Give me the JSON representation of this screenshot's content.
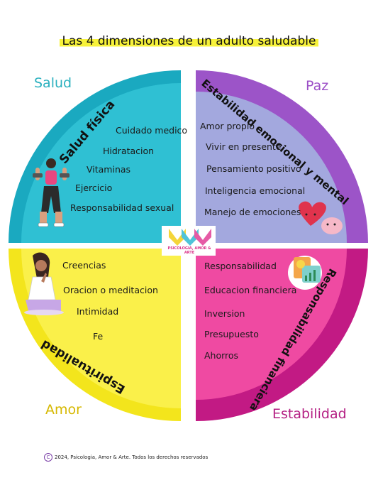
{
  "title": "Las 4 dimensiones de un adulto saludable",
  "corners": {
    "top_left": "Salud",
    "top_right": "Paz",
    "bottom_left": "Amor",
    "bottom_right": "Estabilidad"
  },
  "quadrants": {
    "fisica": {
      "title": "Salud física",
      "color": "#27b5c9",
      "items": [
        "Cuidado medico",
        "Hidratacion",
        "Vitaminas",
        "Ejercicio",
        "Responsabilidad  sexual"
      ]
    },
    "emocional": {
      "title": "Estabilidad emocional y mental",
      "color": "#a4a7dd",
      "items": [
        "Amor propio",
        "Vivir en presente",
        "Pensamiento positivo",
        "Inteligencia emocional",
        "Manejo de emociones"
      ]
    },
    "espiritualidad": {
      "title": "Espiritualidad",
      "color": "#f8ec3b",
      "items": [
        "Creencias",
        "Oracion o meditacion",
        "Intimidad",
        "Fe"
      ]
    },
    "financiera": {
      "title": "Responsabilidad financiera",
      "color": "#ec3f99",
      "items": [
        "Responsabilidad",
        "Educacion financiera",
        "Inversion",
        "Presupuesto",
        "Ahorros"
      ]
    }
  },
  "logo_text": "PSICOLOGIA, AMOR & ARTE",
  "footer": "2024, Psicologia, Amor & Arte. Todos los derechos reservados",
  "footer_symbol": "C",
  "colors": {
    "salud": "#27b5c9",
    "paz": "#a75cc9",
    "amor": "#f8ec3b",
    "estabilidad": "#c31f86",
    "title_highlight": "#f7f23a"
  }
}
